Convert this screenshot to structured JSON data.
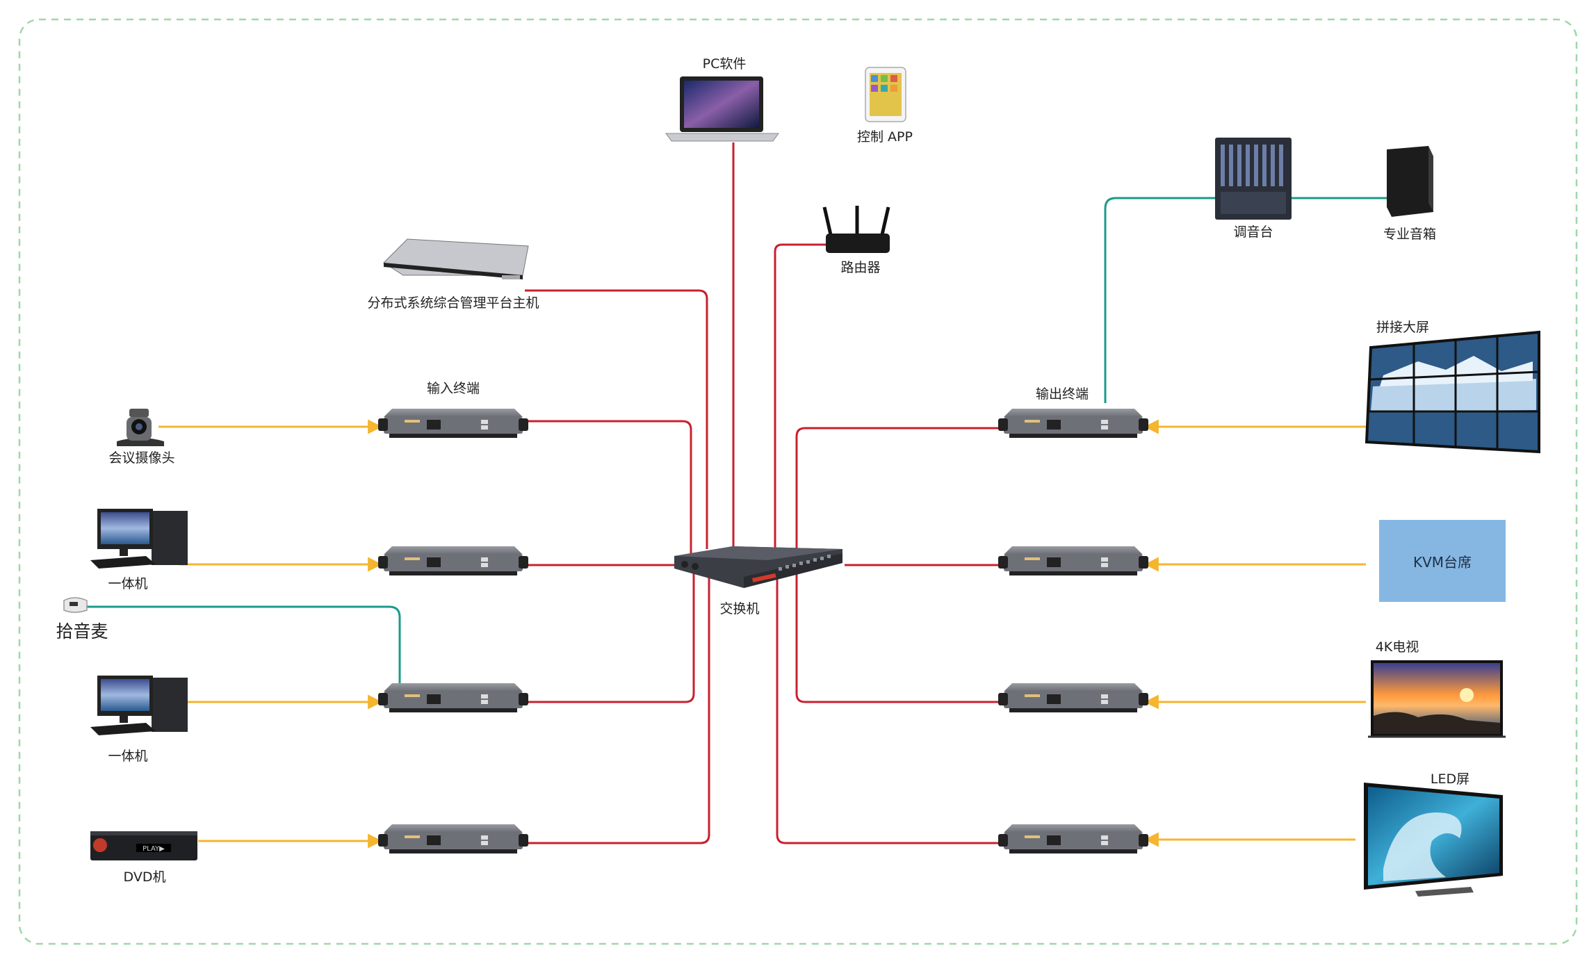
{
  "labels": {
    "pc_software": "PC软件",
    "control_app": "控制 APP",
    "router": "路由器",
    "mixer": "调音台",
    "speaker": "专业音箱",
    "platform_host": "分布式系统综合管理平台主机",
    "input_terminal": "输入终端",
    "output_terminal": "输出终端",
    "splice_screen": "拼接大屏",
    "conference_camera": "会议摄像头",
    "all_in_one_1": "一体机",
    "switch": "交换机",
    "kvm": "KVM台席",
    "pickup_mic": "拾音麦",
    "tv_4k": "4K电视",
    "all_in_one_2": "一体机",
    "led_screen": "LED屏",
    "dvd": "DVD机"
  },
  "device_text": {
    "dvd_display": "PLAY▶"
  },
  "colors": {
    "network_line": "#c8202f",
    "video_line": "#f5b52e",
    "audio_line": "#1a9b8a",
    "border": "#9fd7a8"
  }
}
